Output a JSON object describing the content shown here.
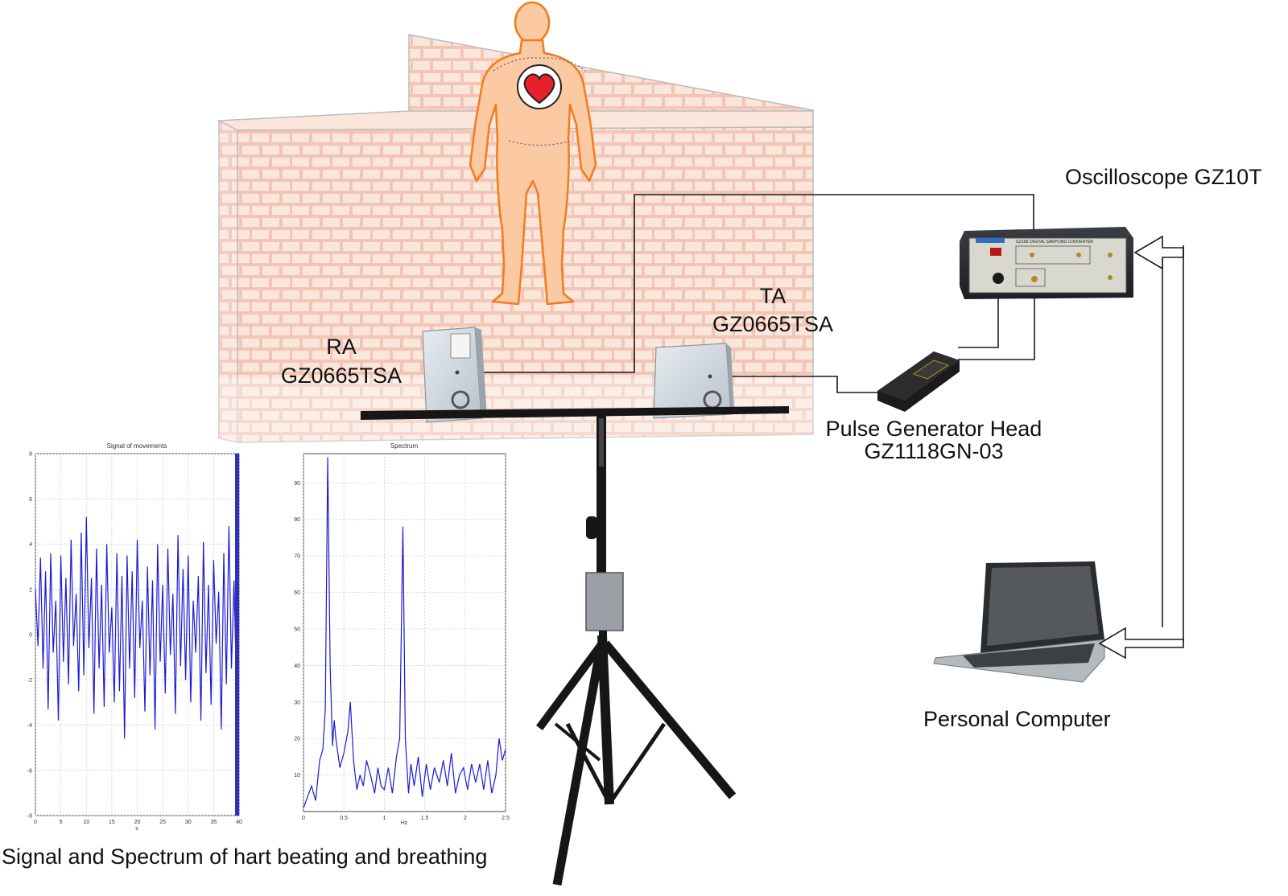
{
  "labels": {
    "oscilloscope": "Oscilloscope GZ10T",
    "ra_name": "RA",
    "ra_model": "GZ0665TSA",
    "ta_name": "TA",
    "ta_model": "GZ0665TSA",
    "pulse_line1": "Pulse Generator Head",
    "pulse_line2": "GZ1118GN-03",
    "pc": "Personal Computer",
    "caption": "Signal and Spectrum of hart beating and breathing"
  },
  "device_panel": {
    "title": "GZ10E DIGITAL SAMPLING CONVERTER"
  },
  "colors": {
    "brick_fill": "#f7dcd0",
    "brick_mortar": "#ffffff",
    "skin": "#fbc9a2",
    "skin_outline": "#f07d1e",
    "heart": "#e8202a",
    "trace": "#1a1ad6",
    "cable": "#1a1a1a"
  },
  "chart_data": [
    {
      "type": "line",
      "title": "Signal of movements",
      "xlabel": "s",
      "ylabel": "",
      "xlim": [
        0,
        40
      ],
      "ylim": [
        -8,
        8
      ],
      "xticks": [
        "0",
        "5",
        "10",
        "15",
        "20",
        "25",
        "30",
        "35",
        "40"
      ],
      "yticks": [
        "-8",
        "-6",
        "-4",
        "-2",
        "0",
        "2",
        "4",
        "6",
        "8"
      ],
      "grid": true,
      "series": [
        {
          "x": [
            0,
            0.5,
            1,
            1.5,
            2,
            2.5,
            3,
            3.5,
            4,
            4.5,
            5,
            5.5,
            6,
            6.5,
            7,
            7.5,
            8,
            8.5,
            9,
            9.5,
            10,
            10.5,
            11,
            11.5,
            12,
            12.5,
            13,
            13.5,
            14,
            14.5,
            15,
            15.5,
            16,
            16.5,
            17,
            17.5,
            18,
            18.5,
            19,
            19.5,
            20,
            20.5,
            21,
            21.5,
            22,
            22.5,
            23,
            23.5,
            24,
            24.5,
            25,
            25.5,
            26,
            26.5,
            27,
            27.5,
            28,
            28.5,
            29,
            29.5,
            30,
            30.5,
            31,
            31.5,
            32,
            32.5,
            33,
            33.5,
            34,
            34.5,
            35,
            35.5,
            36,
            36.5,
            37,
            37.5,
            38,
            38.5,
            39,
            39.5
          ],
          "y": [
            2,
            -0.5,
            3.4,
            -1.5,
            2.8,
            -3.3,
            3.6,
            -0.8,
            1.5,
            -3.8,
            3.5,
            -1.2,
            2.5,
            -2.2,
            4.2,
            -0.5,
            1.8,
            -2.5,
            4.5,
            -1.8,
            5.2,
            -0.6,
            2.5,
            -3.5,
            3.8,
            -1.5,
            2.2,
            -3.2,
            4.0,
            -0.8,
            1.2,
            -3.0,
            3.6,
            -2.5,
            2.6,
            -4.6,
            3.5,
            -1.5,
            2.8,
            -2.8,
            4.2,
            -0.6,
            1.5,
            -3.4,
            3.0,
            -1.8,
            2.4,
            -4.2,
            4.0,
            -1.2,
            2.2,
            -2.6,
            3.8,
            -0.9,
            1.8,
            -3.5,
            4.4,
            -1.4,
            2.9,
            -2.0,
            3.5,
            -3.0,
            1.5,
            -0.8,
            2.6,
            -3.8,
            4.1,
            -1.7,
            2.2,
            -3.1,
            3.3,
            -0.4,
            1.9,
            -4.2,
            3.6,
            -2.2,
            4.8,
            -1.5,
            2.4,
            -2.4
          ]
        }
      ]
    },
    {
      "type": "line",
      "title": "Spectrum",
      "xlabel": "Hz",
      "ylabel": "",
      "xlim": [
        0,
        2.5
      ],
      "ylim": [
        0,
        98
      ],
      "xticks": [
        "0",
        "0.5",
        "1",
        "1.5",
        "2",
        "2.5"
      ],
      "yticks": [
        "10",
        "20",
        "30",
        "40",
        "50",
        "60",
        "70",
        "80",
        "90"
      ],
      "grid": true,
      "series": [
        {
          "x": [
            0,
            0.05,
            0.1,
            0.15,
            0.2,
            0.24,
            0.27,
            0.3,
            0.33,
            0.36,
            0.38,
            0.4,
            0.45,
            0.5,
            0.55,
            0.58,
            0.62,
            0.66,
            0.7,
            0.74,
            0.78,
            0.83,
            0.88,
            0.92,
            0.96,
            1.0,
            1.05,
            1.1,
            1.15,
            1.19,
            1.23,
            1.26,
            1.3,
            1.33,
            1.37,
            1.42,
            1.47,
            1.52,
            1.57,
            1.62,
            1.68,
            1.73,
            1.78,
            1.83,
            1.88,
            1.93,
            1.98,
            2.03,
            2.08,
            2.13,
            2.18,
            2.23,
            2.28,
            2.33,
            2.38,
            2.42,
            2.46,
            2.5
          ],
          "y": [
            1,
            4,
            7,
            3,
            14,
            17,
            28,
            97,
            40,
            18,
            25,
            20,
            12,
            16,
            22,
            30,
            14,
            6,
            10,
            7,
            14,
            10,
            5,
            12,
            7,
            6,
            12,
            5,
            15,
            20,
            78,
            20,
            5,
            13,
            7,
            15,
            4,
            13,
            6,
            12,
            8,
            14,
            7,
            16,
            5,
            10,
            12,
            6,
            13,
            8,
            13,
            6,
            14,
            5,
            10,
            20,
            14,
            17
          ]
        }
      ]
    }
  ]
}
